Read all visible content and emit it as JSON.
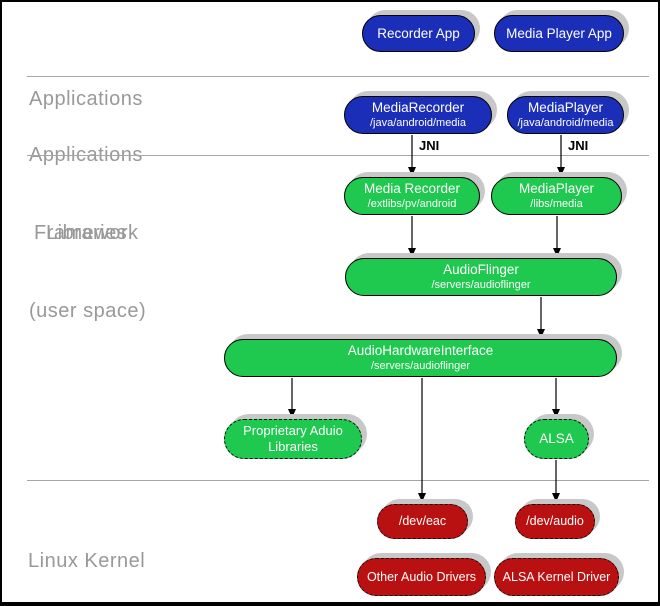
{
  "colors": {
    "app_blue": "#1b2eb8",
    "lib_green": "#1fc84e",
    "kernel_red": "#b91111",
    "label_gray": "#999999",
    "shadow_gray": "#c8c8c8"
  },
  "layers": {
    "applications": "Applications",
    "framework_line1": "Applications",
    "framework_line2": "Framework",
    "libraries_line1": "Libraries",
    "libraries_line2": "(user space)",
    "kernel": "Linux Kernel"
  },
  "labels": {
    "jni": "JNI"
  },
  "nodes": {
    "recorder_app": {
      "title": "Recorder App"
    },
    "media_player_app": {
      "title": "Media Player App"
    },
    "media_recorder_fw": {
      "title": "MediaRecorder",
      "subtitle": "/java/android/media"
    },
    "media_player_fw": {
      "title": "MediaPlayer",
      "subtitle": "/java/android/media"
    },
    "media_recorder_lib": {
      "title": "Media Recorder",
      "subtitle": "/extlibs/pv/android"
    },
    "media_player_lib": {
      "title": "MediaPlayer",
      "subtitle": "/libs/media"
    },
    "audioflinger": {
      "title": "AudioFlinger",
      "subtitle": "/servers/audioflinger"
    },
    "audio_hardware_interface": {
      "title": "AudioHardwareInterface",
      "subtitle": "/servers/audioflinger"
    },
    "proprietary_audio_libraries": {
      "line1": "Proprietary Aduio",
      "line2": "Libraries"
    },
    "alsa": {
      "title": "ALSA"
    },
    "dev_eac": {
      "title": "/dev/eac"
    },
    "dev_audio": {
      "title": "/dev/audio"
    },
    "other_audio_drivers": {
      "title": "Other Audio Drivers"
    },
    "alsa_kernel_driver": {
      "title": "ALSA Kernel Driver"
    }
  }
}
